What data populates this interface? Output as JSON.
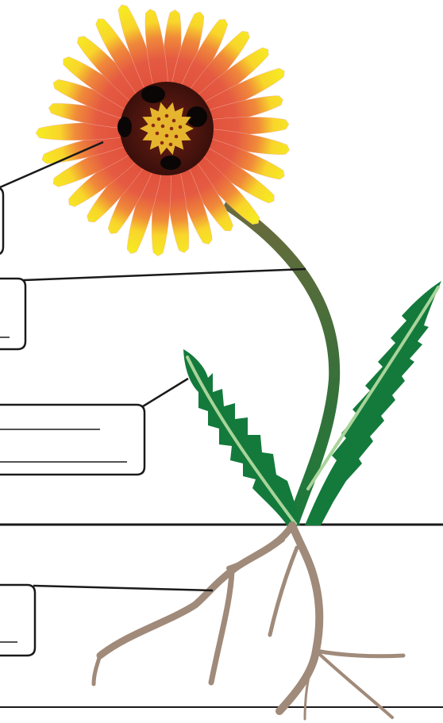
{
  "diagram": {
    "subject": "flowering-plant-parts",
    "label_boxes": [
      {
        "part": "flower",
        "answer_text": ""
      },
      {
        "part": "stem",
        "answer_text": ""
      },
      {
        "part": "leaf",
        "answer_text": ""
      },
      {
        "part": "root",
        "answer_text": ""
      }
    ],
    "colors": {
      "petal_red": "#e2503c",
      "petal_tip_yellow": "#f5e61c",
      "flower_center": "#4a140f",
      "pollen": "#e6b52e",
      "stem_top": "#6b6a3a",
      "stem_bottom": "#1b7a3a",
      "leaf_green": "#137a3c",
      "leaf_vein": "#a9d49a",
      "root_brown": "#a08a7a",
      "outline": "#1a1a1a"
    }
  }
}
